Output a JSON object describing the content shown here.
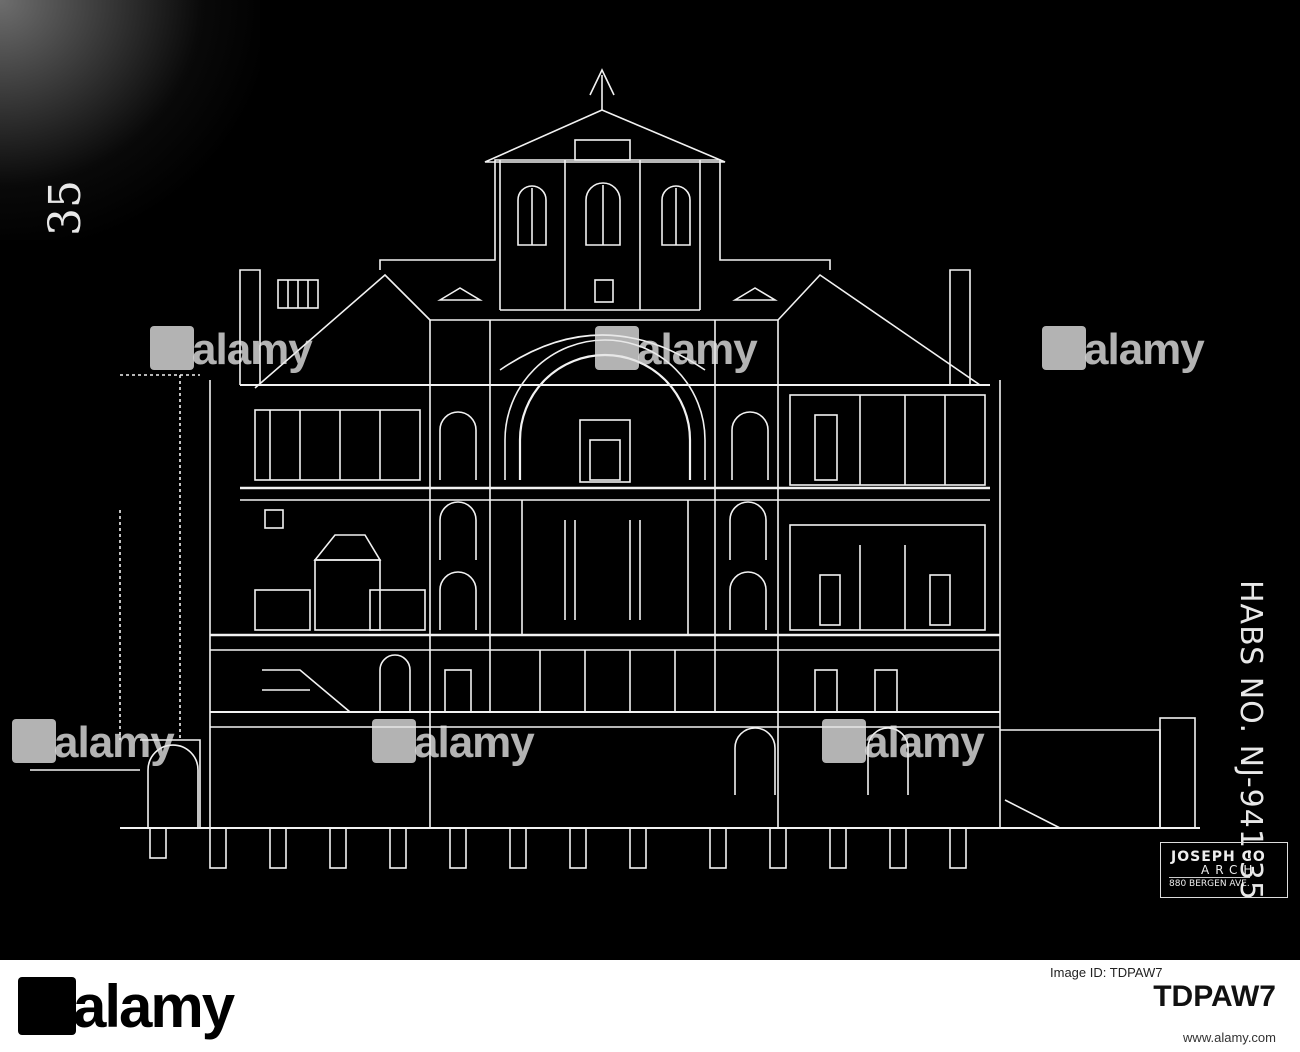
{
  "sheet": {
    "sheet_number": "35",
    "habs_number": "HABS NO. NJ-941-35",
    "title_block": {
      "name": "JOSEPH CO",
      "role": "ARCH",
      "address": "880 BERGEN AVE."
    }
  },
  "watermarks": [
    "alamy",
    "alamy",
    "alamy",
    "alamy",
    "alamy",
    "alamy"
  ],
  "footer": {
    "logo": "alamy",
    "image_id_label": "Image ID:",
    "image_id": "TDPAW7",
    "url": "www.alamy.com"
  },
  "colors": {
    "background": "#000000",
    "line": "#ffffff",
    "footer": "#ffffff"
  }
}
